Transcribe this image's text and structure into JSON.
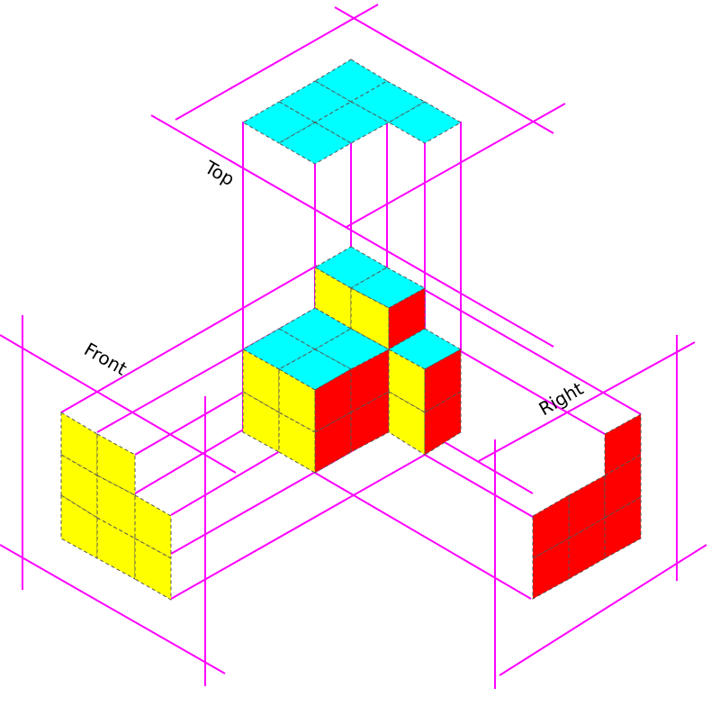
{
  "diagram": {
    "labels": {
      "top": "Top",
      "front": "Front",
      "right": "Right"
    },
    "colors": {
      "top_face": "#00ffff",
      "front_face": "#ffff00",
      "right_face": "#ff0000",
      "projection_lines": "#ff00ff",
      "cell_edges": "#555555",
      "background": "#ffffff"
    }
  }
}
